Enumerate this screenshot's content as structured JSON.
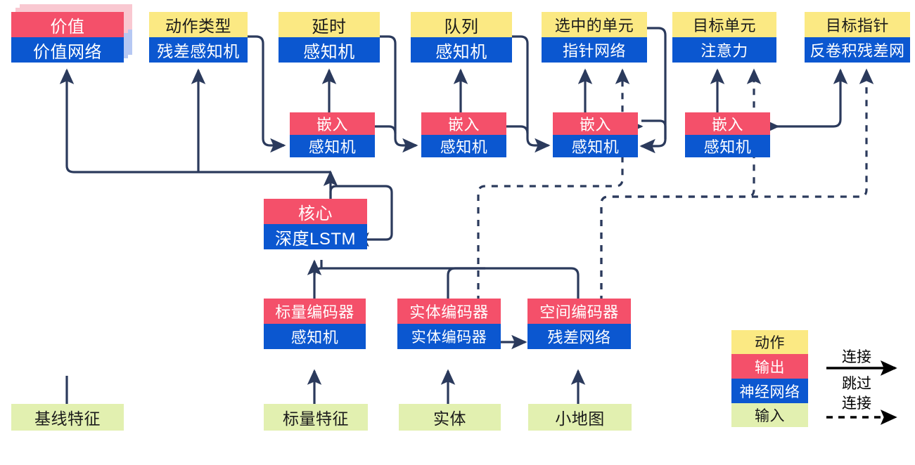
{
  "diagram": {
    "title_present": false,
    "colors": {
      "action": "#fbe983",
      "output": "#f4506a",
      "network": "#0b57d0",
      "input": "#e2f0b0",
      "edge": "#2b3a5c",
      "legend_arrow": "#000000",
      "ghost_output": "#f9c8d1",
      "ghost_network": "#b6c8f3"
    }
  },
  "nodes": {
    "value": {
      "top": "价值",
      "bottom": "价值网络"
    },
    "action_type": {
      "top": "动作类型",
      "bottom": "残差感知机"
    },
    "delay": {
      "top": "延时",
      "bottom": "感知机"
    },
    "queued": {
      "top": "队列",
      "bottom": "感知机"
    },
    "selected_units": {
      "top": "选中的单元",
      "bottom": "指针网络"
    },
    "target_unit": {
      "top": "目标单元",
      "bottom": "注意力"
    },
    "target_point": {
      "top": "目标指针",
      "bottom": "反卷积残差网"
    },
    "embed1": {
      "top": "嵌入",
      "bottom": "感知机"
    },
    "embed2": {
      "top": "嵌入",
      "bottom": "感知机"
    },
    "embed3": {
      "top": "嵌入",
      "bottom": "感知机"
    },
    "embed4": {
      "top": "嵌入",
      "bottom": "感知机"
    },
    "core": {
      "top": "核心",
      "bottom": "深度LSTM"
    },
    "scalar_encoder": {
      "top": "标量编码器",
      "bottom": "感知机"
    },
    "entity_encoder": {
      "top": "实体编码器",
      "bottom": "实体编码器"
    },
    "spatial_encoder": {
      "top": "空间编码器",
      "bottom": "残差网络"
    }
  },
  "inputs": {
    "baseline_features": "基线特征",
    "scalar_features": "标量特征",
    "entities": "实体",
    "minimap": "小地图"
  },
  "legend": {
    "action": "动作",
    "output": "输出",
    "network": "神经网络",
    "input": "输入",
    "connection_label": "连接",
    "skip_label_line1": "跳过",
    "skip_label_line2": "连接"
  }
}
